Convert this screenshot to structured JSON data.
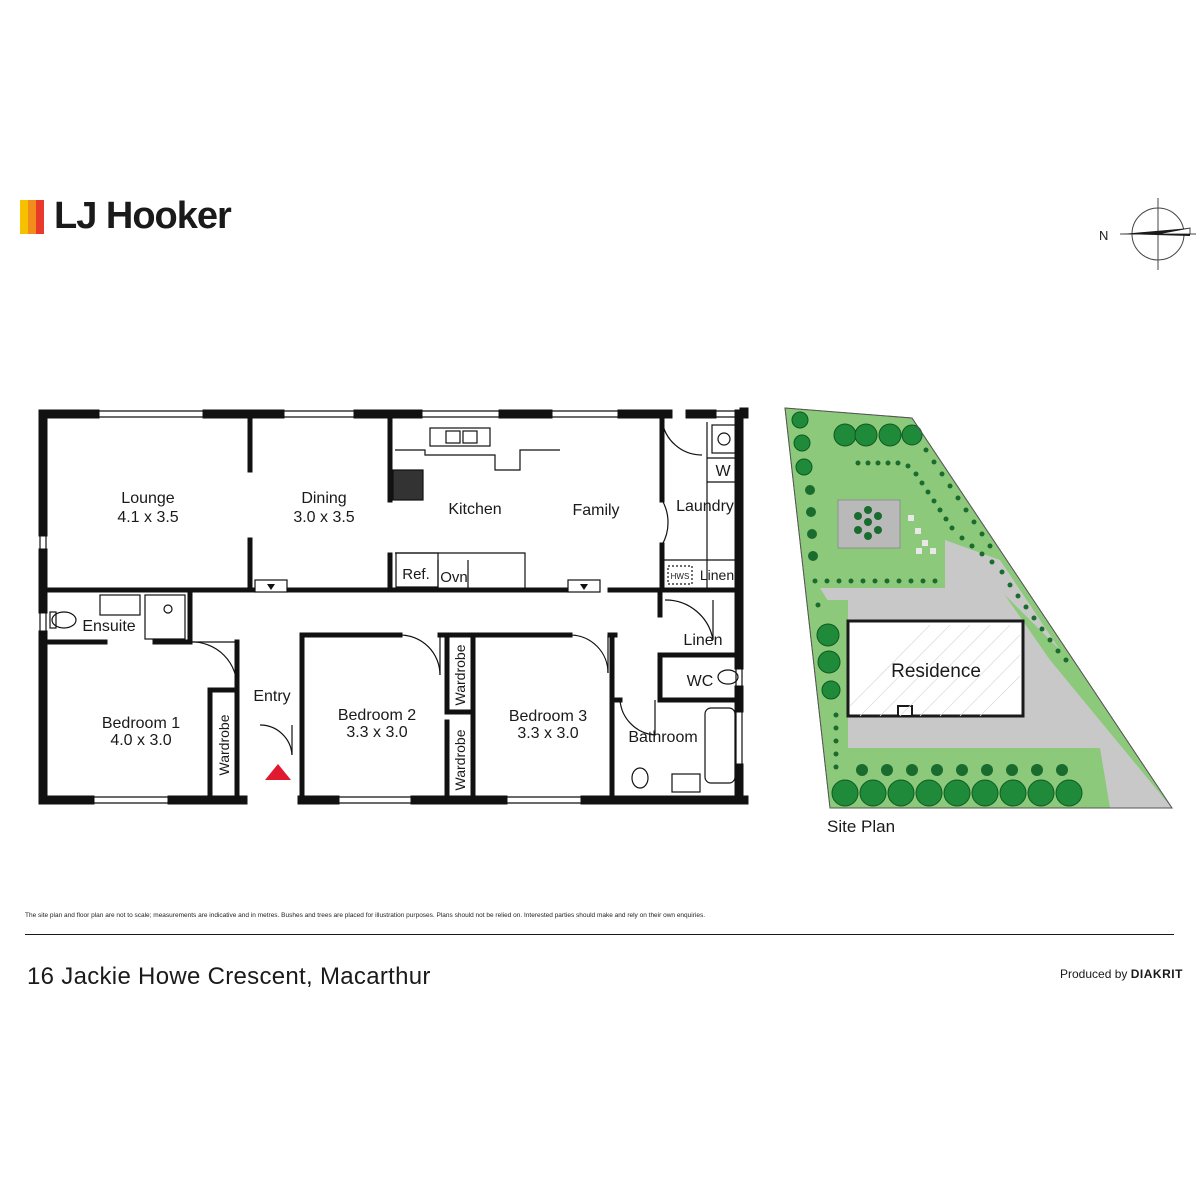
{
  "brand": {
    "name": "LJ Hooker",
    "mark_colors": [
      "#f6c200",
      "#f28c1b",
      "#e8392b"
    ]
  },
  "compass": {
    "north_label": "N"
  },
  "floor_plan": {
    "rooms": {
      "lounge": {
        "name": "Lounge",
        "size": "4.1 x 3.5"
      },
      "dining": {
        "name": "Dining",
        "size": "3.0 x 3.5"
      },
      "kitchen": {
        "name": "Kitchen"
      },
      "family": {
        "name": "Family"
      },
      "laundry": {
        "name": "Laundry"
      },
      "laundry_w": {
        "name": "W"
      },
      "ensuite": {
        "name": "Ensuite"
      },
      "bedroom1": {
        "name": "Bedroom 1",
        "size": "4.0 x 3.0"
      },
      "wardrobe1": {
        "name": "Wardrobe"
      },
      "entry": {
        "name": "Entry"
      },
      "bedroom2": {
        "name": "Bedroom 2",
        "size": "3.3 x 3.0"
      },
      "wardrobe2a": {
        "name": "Wardrobe"
      },
      "wardrobe2b": {
        "name": "Wardrobe"
      },
      "bedroom3": {
        "name": "Bedroom 3",
        "size": "3.3 x 3.0"
      },
      "linen1": {
        "name": "Linen"
      },
      "linen2": {
        "name": "Linen"
      },
      "wc": {
        "name": "WC"
      },
      "bathroom": {
        "name": "Bathroom"
      },
      "ref": {
        "name": "Ref."
      },
      "oven": {
        "name": "Ovn"
      },
      "hws": {
        "name": "HWS"
      }
    }
  },
  "site_plan": {
    "title": "Site Plan",
    "residence_label": "Residence",
    "colors": {
      "lawn": "#8cc97a",
      "paving": "#c8c8c8",
      "tree": "#1f8a3a",
      "shrub": "#1a6b2e"
    }
  },
  "footer": {
    "disclaimer": "The site plan and floor plan are not to scale; measurements are indicative and in metres. Bushes and trees are placed for illustration purposes. Plans should not be relied on. Interested parties should make and rely on their own enquiries.",
    "address": "16 Jackie Howe Crescent, Macarthur",
    "produced_by_prefix": "Produced by",
    "produced_by_brand": "DIAKRIT"
  }
}
